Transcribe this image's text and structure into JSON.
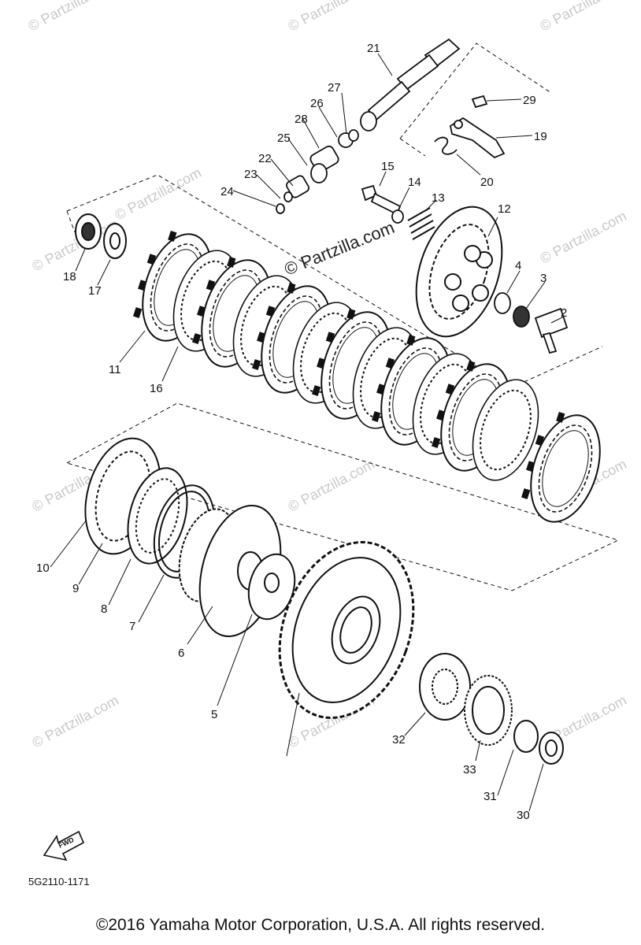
{
  "diagram": {
    "callouts": [
      {
        "id": "c2",
        "text": "2"
      },
      {
        "id": "c3",
        "text": "3"
      },
      {
        "id": "c4",
        "text": "4"
      },
      {
        "id": "c5",
        "text": "5"
      },
      {
        "id": "c6",
        "text": "6"
      },
      {
        "id": "c7",
        "text": "7"
      },
      {
        "id": "c8",
        "text": "8"
      },
      {
        "id": "c9",
        "text": "9"
      },
      {
        "id": "c10",
        "text": "10"
      },
      {
        "id": "c11",
        "text": "11"
      },
      {
        "id": "c12",
        "text": "12"
      },
      {
        "id": "c13",
        "text": "13"
      },
      {
        "id": "c14",
        "text": "14"
      },
      {
        "id": "c15",
        "text": "15"
      },
      {
        "id": "c16",
        "text": "16"
      },
      {
        "id": "c17",
        "text": "17"
      },
      {
        "id": "c18",
        "text": "18"
      },
      {
        "id": "c19",
        "text": "19"
      },
      {
        "id": "c20",
        "text": "20"
      },
      {
        "id": "c21",
        "text": "21"
      },
      {
        "id": "c22",
        "text": "22"
      },
      {
        "id": "c23",
        "text": "23"
      },
      {
        "id": "c24",
        "text": "24"
      },
      {
        "id": "c25",
        "text": "25"
      },
      {
        "id": "c26",
        "text": "26"
      },
      {
        "id": "c27",
        "text": "27"
      },
      {
        "id": "c28",
        "text": "28"
      },
      {
        "id": "c29",
        "text": "29"
      },
      {
        "id": "c30",
        "text": "30"
      },
      {
        "id": "c31",
        "text": "31"
      },
      {
        "id": "c32",
        "text": "32"
      },
      {
        "id": "c33",
        "text": "33"
      }
    ],
    "fwd_label": "FWD",
    "drawing_code": "5G2110-1171",
    "watermarks": [
      {
        "id": "w1",
        "text": "© Partzilla.com"
      },
      {
        "id": "w2",
        "text": "© Partzilla.com"
      },
      {
        "id": "w3",
        "text": "© Partzilla.com"
      },
      {
        "id": "w4",
        "text": "© Partzilla.com"
      },
      {
        "id": "w5",
        "text": "© Partzilla.com"
      },
      {
        "id": "w6",
        "text": "© Partzilla.com"
      },
      {
        "id": "w7",
        "text": "© Partzilla.com"
      },
      {
        "id": "w8",
        "text": "© Partzilla.com"
      },
      {
        "id": "w9",
        "text": "© Partzilla.com"
      },
      {
        "id": "w10",
        "text": "© Partzilla.com"
      },
      {
        "id": "w11",
        "text": "© Partzilla.com"
      },
      {
        "id": "w12",
        "text": "© Partzilla.com"
      }
    ],
    "center_watermark": "© Partzilla.com"
  },
  "footer": {
    "copyright": "©2016  Yamaha Motor Corporation, U.S.A. All rights reserved."
  }
}
